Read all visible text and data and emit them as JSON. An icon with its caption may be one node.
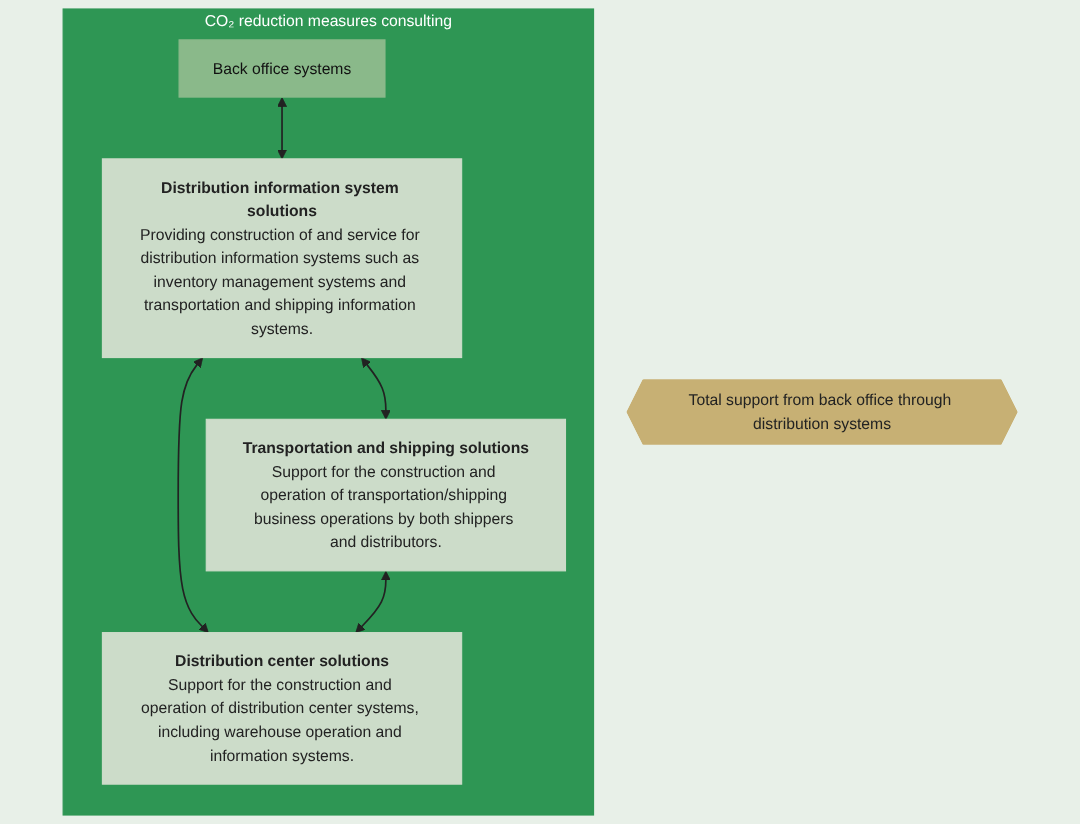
{
  "diagram": {
    "nodes": [
      {
        "text": [
          "CO₂ reduction measures consulting"
        ]
      },
      {
        "text": [
          "Back office systems"
        ],
        "in": 0
      },
      {
        "text": [
          "Distribution information system solutions",
          "Providing construction of and service for distribution information systems such as inventory management systems and transportation and shipping information systems."
        ],
        "in": 0
      },
      {
        "text": [
          "Transportation and shipping solutions",
          "Support for the construction and operation of transportation/shipping business operations by both shippers and distributors."
        ],
        "in": 0
      },
      {
        "text": [
          "Distribution center solutions",
          "Support for the construction and operation of distribution center systems, including warehouse operation and information systems."
        ],
        "in": 0
      },
      {
        "text": [
          "Total support from back office through distribution systems"
        ]
      }
    ],
    "edges": [
      {
        "from": 1,
        "to": 2,
        "arrow": "both"
      },
      {
        "from": 2,
        "to": 3,
        "arrow": "both"
      },
      {
        "from": 2,
        "to": 4,
        "arrow": "both"
      },
      {
        "from": 3,
        "to": 4,
        "arrow": "both"
      }
    ]
  }
}
